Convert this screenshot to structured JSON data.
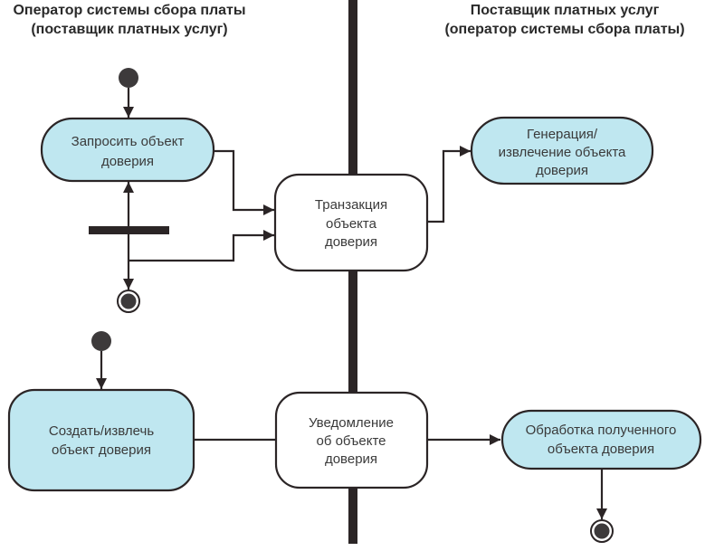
{
  "diagram": {
    "type": "UML activity diagram with swimlanes",
    "colors": {
      "action_fill": "#bfe7f0",
      "shared_action_fill": "#ffffff",
      "stroke": "#2b2526",
      "lane_divider": "#2b2526"
    },
    "lanes": {
      "left": {
        "title_line1": "Оператор системы сбора платы",
        "title_line2": "(поставщик платных услуг)"
      },
      "right": {
        "title_line1": "Поставщик платных услуг",
        "title_line2": "(оператор системы сбора платы)"
      }
    },
    "nodes": {
      "request": {
        "line1": "Запросить  объект",
        "line2": "доверия"
      },
      "transaction": {
        "line1": "Транзакция",
        "line2": "объекта",
        "line3": "доверия"
      },
      "generate": {
        "line1": "Генерация/",
        "line2": "извлечение объекта",
        "line3": "доверия"
      },
      "create": {
        "line1": "Создать/извлечь",
        "line2": "объект доверия"
      },
      "notify": {
        "line1": "Уведомление",
        "line2": "об объекте",
        "line3": "доверия"
      },
      "process": {
        "line1": "Обработка полученного",
        "line2": "объекта доверия"
      }
    },
    "edges": [
      {
        "from": "initial-1",
        "to": "request"
      },
      {
        "from": "request",
        "to": "transaction"
      },
      {
        "from": "fork",
        "to": "request"
      },
      {
        "from": "fork",
        "to": "transaction"
      },
      {
        "from": "fork",
        "to": "final-1"
      },
      {
        "from": "transaction",
        "to": "generate"
      },
      {
        "from": "initial-2",
        "to": "create"
      },
      {
        "from": "create",
        "to": "notify"
      },
      {
        "from": "notify",
        "to": "process"
      },
      {
        "from": "process",
        "to": "final-2"
      }
    ]
  }
}
